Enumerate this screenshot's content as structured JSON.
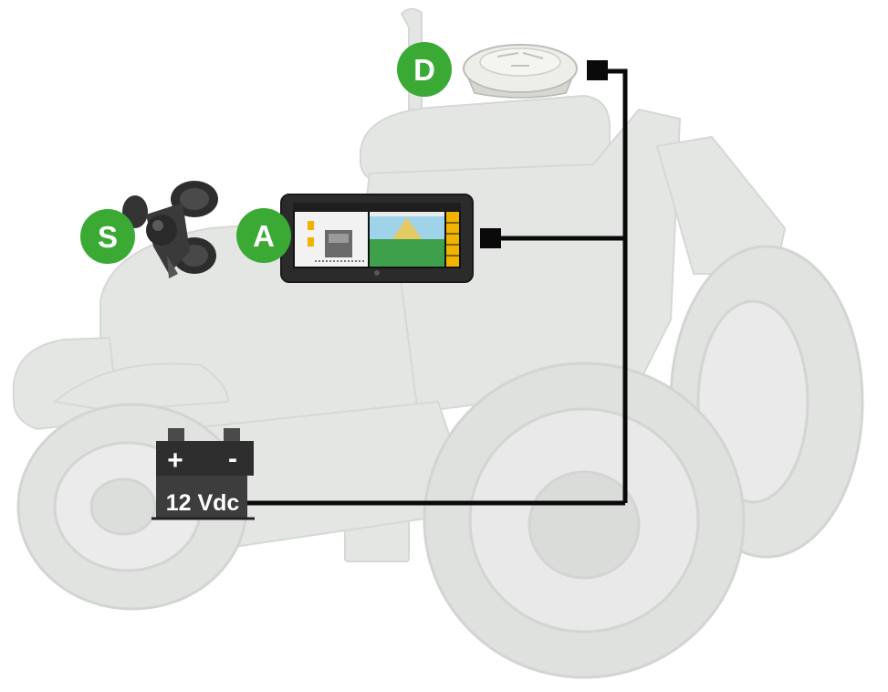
{
  "badges": {
    "d": "D",
    "s": "S",
    "a": "A"
  },
  "battery": {
    "plus": "+",
    "minus": "-",
    "label": "12 Vdc"
  },
  "colors": {
    "badge_green": "#3aaa35",
    "cable": "#0a0a0a",
    "tractor": "#e3e5e3",
    "battery_body": "#3a3a3a",
    "screen_accent": "#f0b400"
  },
  "icons": [
    "gps-antenna-dome-icon",
    "suction-mount-icon",
    "display-tablet-icon",
    "battery-icon",
    "tractor-icon"
  ]
}
